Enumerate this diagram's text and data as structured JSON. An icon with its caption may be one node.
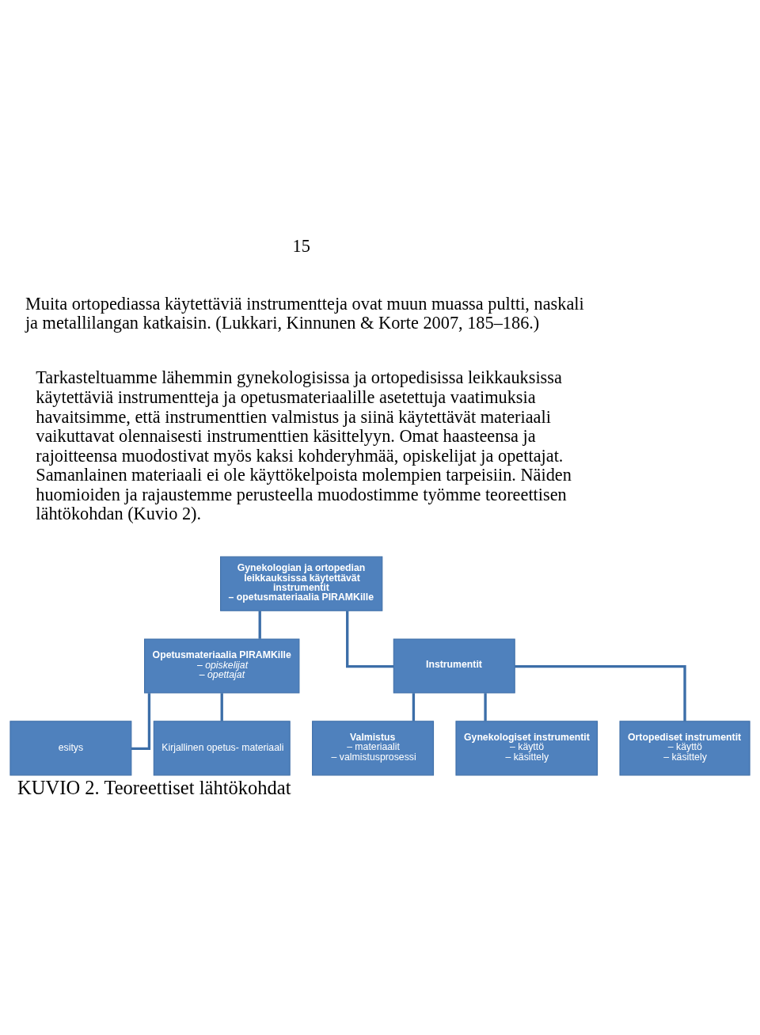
{
  "diagram": {
    "caption": "KUVIO 2. Teoreettiset lähtökohdat",
    "nodes": [
      {
        "text": [
          "Gynekologian ja ortopedian leikkauksissa käytettävät instrumentit",
          "– opetusmateriaalia PIRAMKille"
        ]
      },
      {
        "text": [
          "Opetusmateriaalia PIRAMKille",
          "– opiskelijat",
          "– opettajat"
        ]
      },
      {
        "text": [
          "Instrumentit"
        ]
      },
      {
        "text": [
          "esitys"
        ]
      },
      {
        "text": [
          "Kirjallinen opetus- materiaali"
        ]
      },
      {
        "text": [
          "Valmistus",
          "– materiaalit",
          "– valmistusprosessi"
        ]
      },
      {
        "text": [
          "Gynekologiset instrumentit",
          "– käyttö",
          "– käsittely"
        ]
      },
      {
        "text": [
          "Ortopediset instrumentit",
          "– käyttö",
          "– käsittely"
        ]
      }
    ],
    "edges": [
      {
        "from": 0,
        "to": 1,
        "arrow": "none"
      },
      {
        "from": 0,
        "to": 2,
        "arrow": "none"
      },
      {
        "from": 1,
        "to": 3,
        "arrow": "none"
      },
      {
        "from": 1,
        "to": 4,
        "arrow": "none"
      },
      {
        "from": 2,
        "to": 5,
        "arrow": "none"
      },
      {
        "from": 2,
        "to": 6,
        "arrow": "none"
      },
      {
        "from": 2,
        "to": 7,
        "arrow": "none"
      }
    ],
    "labels": [
      "15",
      "Muita ortopediassa käytettäviä instrumentteja ovat muun muassa pultti, naskali ja metallilangan katkaisin. (Lukkari, Kinnunen & Korte 2007, 185–186.)",
      "Tarkasteltuamme lähemmin gynekologisissa ja ortopedisissa leikkauksissa käytettäviä instrumentteja ja opetusmateriaalille asetettuja vaatimuksia havaitsimme, että instrumenttien valmistus ja siinä käytettävät materiaali vaikuttavat olennaisesti instrumenttien käsittelyyn. Omat haasteensa ja rajoitteensa muodostivat myös kaksi kohderyhmää, opiskelijat ja opettajat. Samanlainen materiaali ei ole käyttökelpoista molempien tarpeisiin. Näiden huomioiden ja rajaustemme perusteella muodostimme työmme teoreettisen lähtökohdan (Kuvio 2)."
    ]
  }
}
